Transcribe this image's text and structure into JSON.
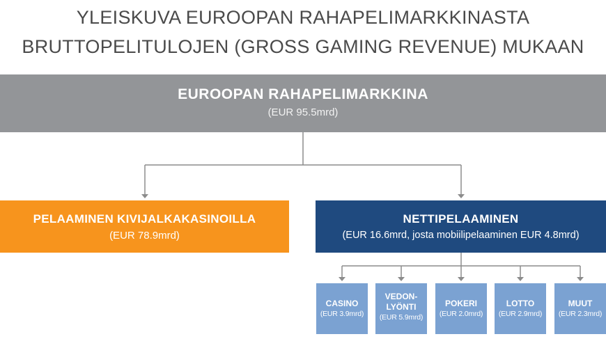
{
  "title": {
    "line1": "YLEISKUVA EUROOPAN RAHAPELIMARKKINASTA",
    "line2": "BRUTTOPELITULOJEN (GROSS GAMING REVENUE) MUKAAN"
  },
  "root": {
    "label": "EUROOPAN RAHAPELIMARKKINA",
    "value": "(EUR 95.5mrd)"
  },
  "land_based": {
    "label": "PELAAMINEN KIVIJALKAKASINOILLA",
    "value": "(EUR 78.9mrd)"
  },
  "online": {
    "label": "NETTIPELAAMINEN",
    "value": "(EUR 16.6mrd, josta mobiilipelaaminen EUR 4.8mrd)"
  },
  "online_segments": [
    {
      "label": "CASINO",
      "value": "(EUR 3.9mrd)"
    },
    {
      "label": "VEDON-\nLYÖNTI",
      "value": "(EUR 5.9mrd)"
    },
    {
      "label": "POKERI",
      "value": "(EUR 2.0mrd)"
    },
    {
      "label": "LOTTO",
      "value": "(EUR 2.9mrd)"
    },
    {
      "label": "MUUT",
      "value": "(EUR 2.3mrd)"
    }
  ],
  "colors": {
    "root": "#939598",
    "land_based": "#f7941d",
    "online": "#1f4a7f",
    "segments": "#7ba2d2",
    "connector": "#8c8c8c"
  }
}
